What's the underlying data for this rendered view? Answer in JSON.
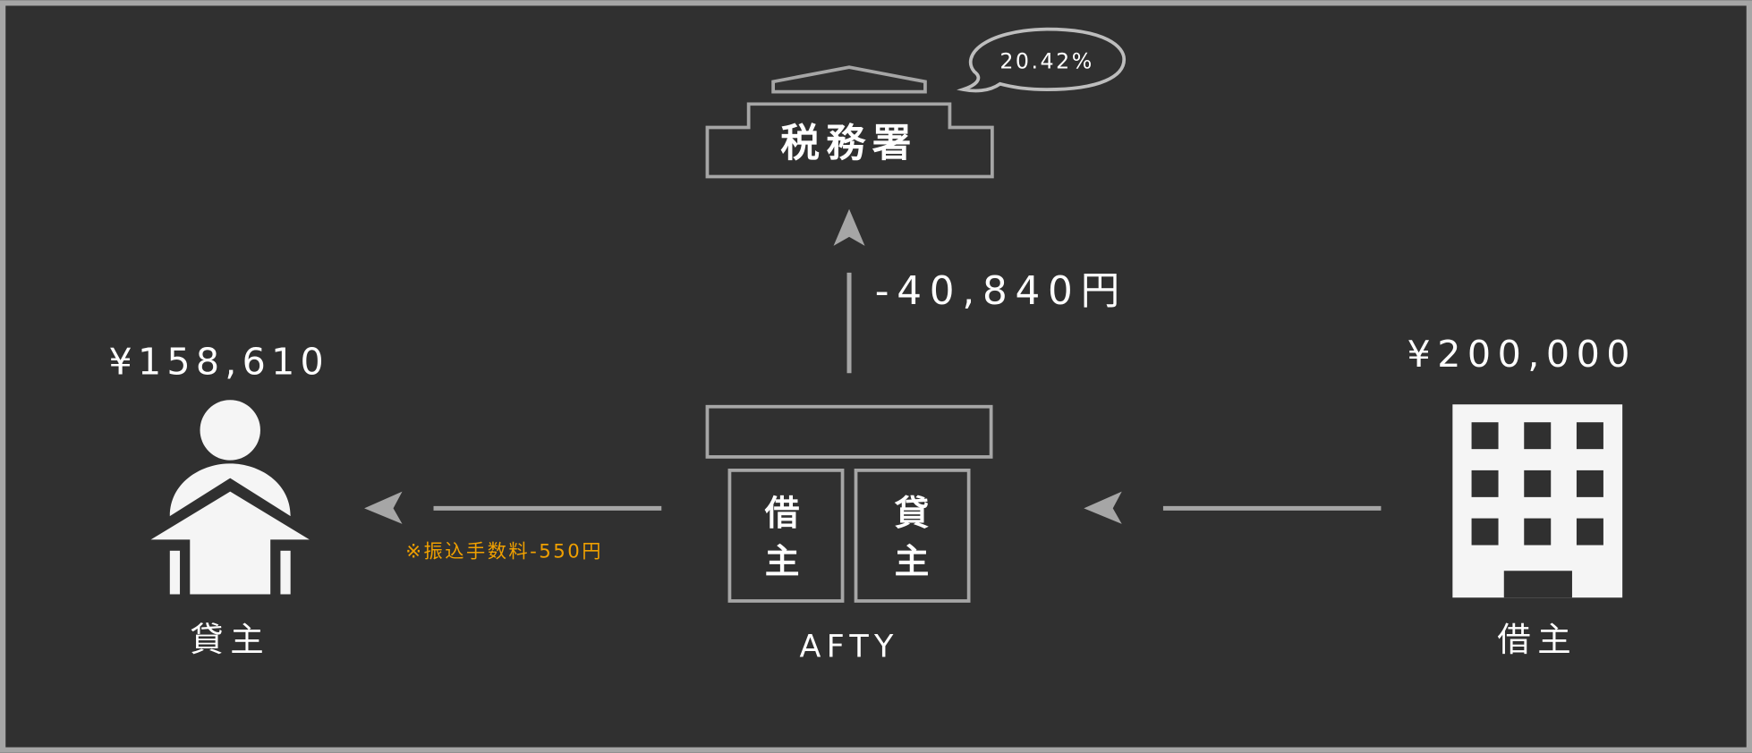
{
  "tax_office": {
    "label": "税務署",
    "rate": "20.42%"
  },
  "tax_amount": "-40,840円",
  "afty": {
    "label": "AFTY",
    "box_borrower": [
      "借",
      "主"
    ],
    "box_lender": [
      "貸",
      "主"
    ]
  },
  "lender": {
    "label": "貸主",
    "amount": "¥158,610"
  },
  "borrower": {
    "label": "借主",
    "amount": "¥200,000"
  },
  "transfer_fee_note": "※振込手数料-550円",
  "colors": {
    "background": "#303030",
    "stroke": "#a6a6a6",
    "icon": "#f5f5f5",
    "note": "#f0a000"
  }
}
